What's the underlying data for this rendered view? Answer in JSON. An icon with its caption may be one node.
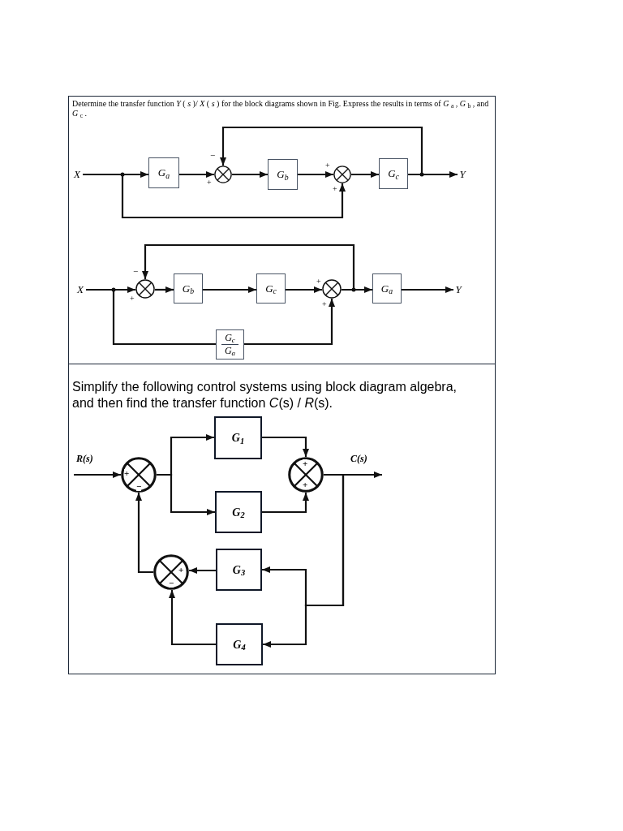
{
  "diagram": {
    "nodes": [
      {
        "text": [
          "X"
        ]
      },
      {
        "text": [
          "G$_{a}$"
        ]
      },
      {
        "text": [],
        "shape": "circle"
      },
      {
        "text": [
          "G$_{b}$"
        ]
      },
      {
        "text": [],
        "shape": "circle"
      },
      {
        "text": [
          "G$_{c}$"
        ]
      },
      {
        "text": [
          "Y"
        ]
      },
      {
        "text": [
          "X"
        ]
      },
      {
        "text": [],
        "shape": "circle"
      },
      {
        "text": [
          "G$_{b}$"
        ]
      },
      {
        "text": [
          "G$_{c}$"
        ]
      },
      {
        "text": [],
        "shape": "circle"
      },
      {
        "text": [
          "G$_{a}$"
        ]
      },
      {
        "text": [
          "Y"
        ]
      },
      {
        "text": [
          "G$_{c}$",
          "G$_{a}$"
        ]
      },
      {
        "text": [],
        "shape": "circle"
      },
      {
        "text": [
          "G$_{1}$"
        ]
      },
      {
        "text": [
          "G$_{2}$"
        ]
      },
      {
        "text": [],
        "shape": "circle"
      },
      {
        "text": [
          "G$_{3}$"
        ]
      },
      {
        "text": [],
        "shape": "circle"
      },
      {
        "text": [
          "G$_{4}$"
        ]
      }
    ],
    "edges": [
      {
        "from": 0,
        "to": 1,
        "arrow": "to"
      },
      {
        "from": 0,
        "to": 4,
        "arrow": "to"
      },
      {
        "from": 1,
        "to": 2,
        "arrow": "to"
      },
      {
        "from": 2,
        "to": 3,
        "arrow": "to"
      },
      {
        "from": 3,
        "to": 4,
        "arrow": "to"
      },
      {
        "from": 4,
        "to": 5,
        "arrow": "to"
      },
      {
        "from": 5,
        "to": 6,
        "arrow": "to"
      },
      {
        "from": 5,
        "to": 2,
        "arrow": "to"
      },
      {
        "from": 7,
        "to": 8,
        "arrow": "to"
      },
      {
        "from": 8,
        "to": 9,
        "arrow": "to"
      },
      {
        "from": 9,
        "to": 10,
        "arrow": "to"
      },
      {
        "from": 10,
        "to": 11,
        "arrow": "to"
      },
      {
        "from": 11,
        "to": 12,
        "arrow": "to"
      },
      {
        "from": 12,
        "to": 13,
        "arrow": "to"
      },
      {
        "from": 7,
        "to": 14,
        "arrow": "none"
      },
      {
        "from": 14,
        "to": 11,
        "arrow": "to"
      },
      {
        "from": 11,
        "to": 8,
        "arrow": "to"
      },
      {
        "from": null,
        "to": 15,
        "arrow": "to"
      },
      {
        "from": 15,
        "to": 16,
        "arrow": "to"
      },
      {
        "from": 15,
        "to": 17,
        "arrow": "to"
      },
      {
        "from": 16,
        "to": 18,
        "arrow": "to"
      },
      {
        "from": 17,
        "to": 18,
        "arrow": "to"
      },
      {
        "from": 18,
        "to": null,
        "arrow": "to"
      },
      {
        "from": 18,
        "to": 19,
        "arrow": "to"
      },
      {
        "from": 18,
        "to": 21,
        "arrow": "to"
      },
      {
        "from": 19,
        "to": 20,
        "arrow": "to"
      },
      {
        "from": 21,
        "to": 20,
        "arrow": "to"
      },
      {
        "from": 20,
        "to": 15,
        "arrow": "to"
      }
    ],
    "labels": [
      "Determine the transfer function *Y* ( *s* )/ *X* ( *s* ) for the block diagrams shown in Fig. Express the results in terms of *G* $_{a}$ , *G* $_{b}$ , and *G* $_{c}$ .",
      "−",
      "+",
      "+",
      "+",
      "−",
      "+",
      "+",
      "+",
      "Simplify the following control systems using block diagram algebra, and then find the transfer function *C*(s) / *R*(s).",
      "R(s)",
      "+",
      "−",
      "+",
      "+",
      "C(s)",
      "+",
      "−"
    ]
  }
}
